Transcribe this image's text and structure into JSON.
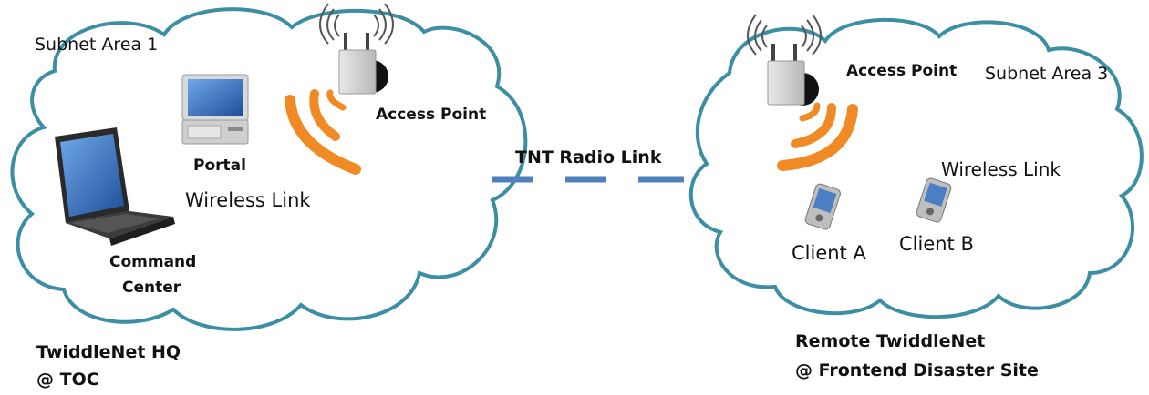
{
  "left_cloud": {
    "area_label": "Subnet Area 1",
    "portal_label": "Portal",
    "wireless_link_label": "Wireless Link",
    "access_point_label": "Access Point",
    "command_center_line1": "Command",
    "command_center_line2": "Center",
    "site_line1": "TwiddleNet HQ",
    "site_line2": "@ TOC"
  },
  "link": {
    "label": "TNT Radio Link"
  },
  "right_cloud": {
    "area_label": "Subnet Area 3",
    "access_point_label": "Access Point",
    "wireless_link_label": "Wireless Link",
    "client_a_label": "Client A",
    "client_b_label": "Client B",
    "site_line1": "Remote TwiddleNet",
    "site_line2": "@ Frontend Disaster Site"
  },
  "colors": {
    "cloud_stroke": "#3c8ea5",
    "link_dash": "#4f81bd",
    "radio_wave": "#f08a24"
  }
}
